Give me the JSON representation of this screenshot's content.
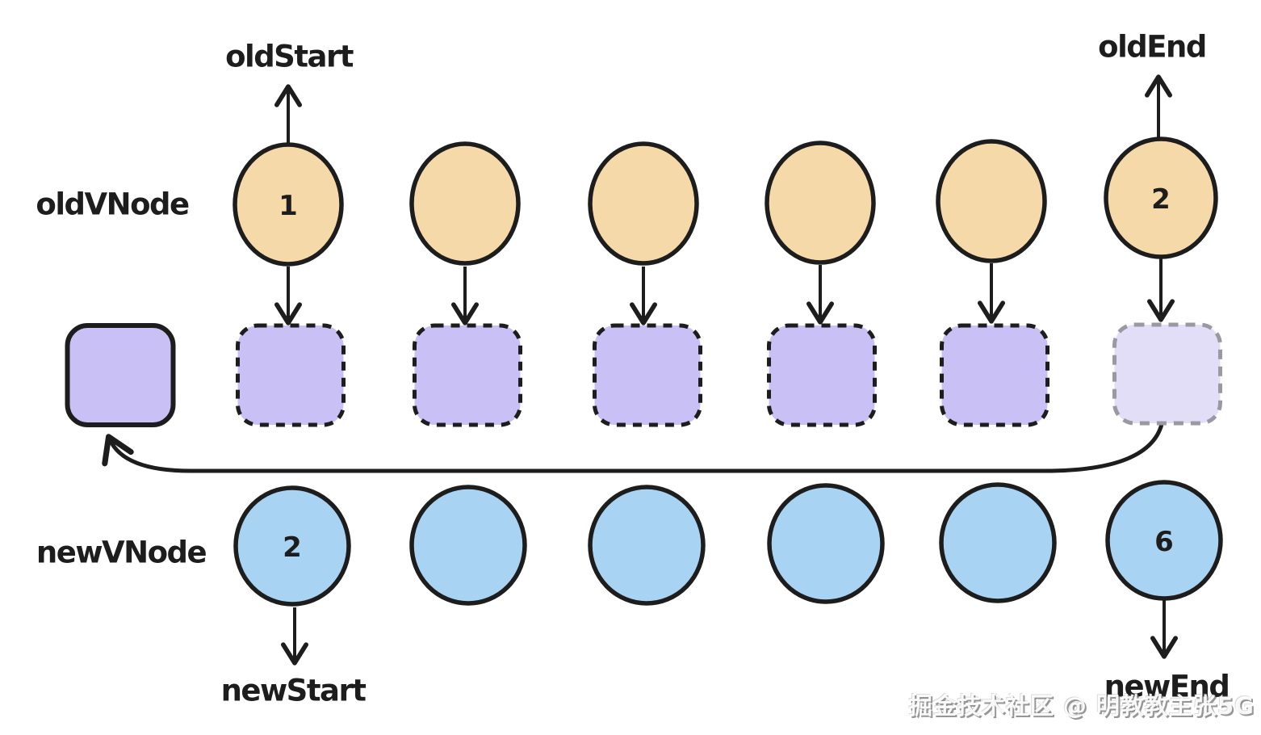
{
  "diagram": {
    "row_labels": {
      "old": "oldVNode",
      "new": "newVNode"
    },
    "pointer_labels": {
      "old_start": "oldStart",
      "old_end": "oldEnd",
      "new_start": "newStart",
      "new_end": "newEnd"
    },
    "old_nodes": [
      {
        "label": "1"
      },
      {
        "label": ""
      },
      {
        "label": ""
      },
      {
        "label": ""
      },
      {
        "label": ""
      },
      {
        "label": "2"
      }
    ],
    "new_nodes": [
      {
        "label": "2"
      },
      {
        "label": ""
      },
      {
        "label": ""
      },
      {
        "label": ""
      },
      {
        "label": ""
      },
      {
        "label": "6"
      }
    ],
    "slots": [
      {
        "style": "solid"
      },
      {
        "style": "dashed"
      },
      {
        "style": "dashed"
      },
      {
        "style": "dashed"
      },
      {
        "style": "dashed"
      },
      {
        "style": "dashed"
      },
      {
        "style": "ghost-dashed"
      }
    ],
    "colors": {
      "old_node_fill": "#f5d9a8",
      "new_node_fill": "#a8d3f2",
      "slot_fill": "#c9c1f5",
      "ghost_slot_fill": "#e3def8",
      "ghost_slot_border": "#9a99a2",
      "line": "#1d1d1d",
      "watermark_text": "#f2f2f2"
    },
    "watermark": "掘金技术社区 @ 明教教主张5G"
  }
}
